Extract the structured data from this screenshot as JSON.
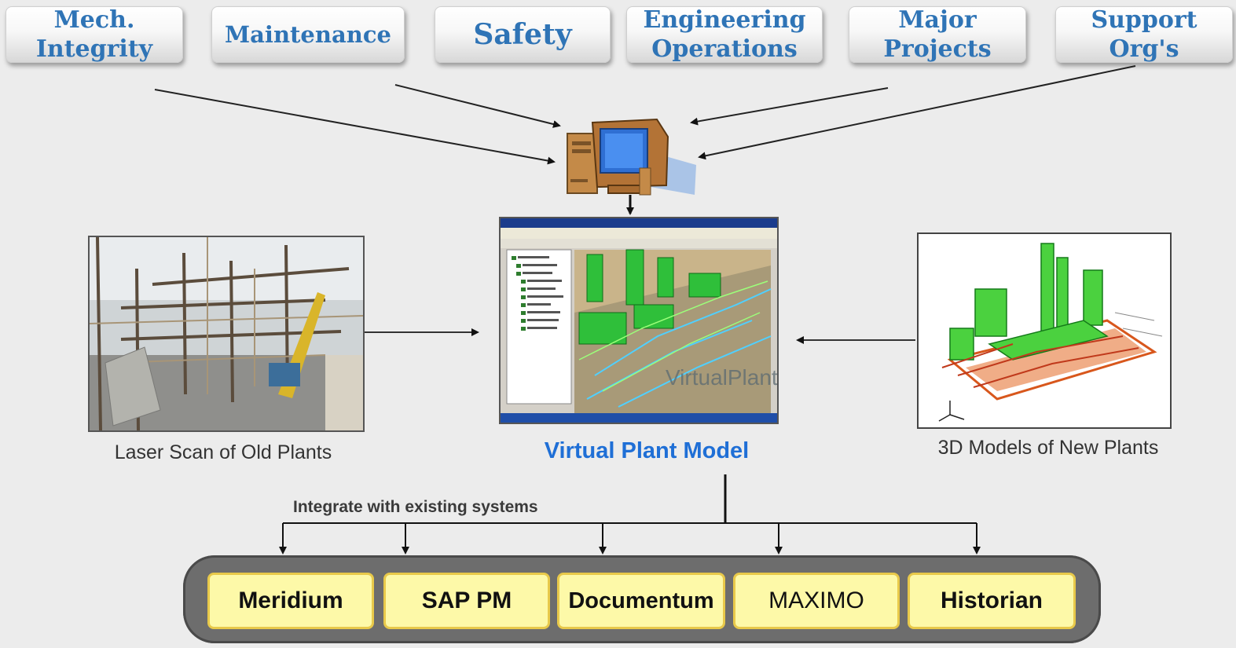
{
  "departments": [
    {
      "label": "Mech.\nIntegrity"
    },
    {
      "label": "Maintenance"
    },
    {
      "label": "Safety"
    },
    {
      "label": "Engineering\nOperations"
    },
    {
      "label": "Major\nProjects"
    },
    {
      "label": "Support\nOrg's"
    }
  ],
  "left_image": {
    "caption": "Laser Scan of Old Plants"
  },
  "center_image": {
    "caption": "Virtual Plant Model",
    "watermark": "VirtualPlant"
  },
  "right_image": {
    "caption": "3D Models of New Plants"
  },
  "integrate_label": "Integrate with existing systems",
  "systems": [
    {
      "label": "Meridium"
    },
    {
      "label": "SAP PM"
    },
    {
      "label": "Documentum"
    },
    {
      "label": "MAXIMO"
    },
    {
      "label": "Historian"
    }
  ],
  "colors": {
    "department_text": "#2f74b6",
    "virtual_caption": "#1f6fd6",
    "system_fill": "#fdf9a8",
    "system_border": "#e8c94a",
    "systems_container": "#6d6d6d"
  }
}
